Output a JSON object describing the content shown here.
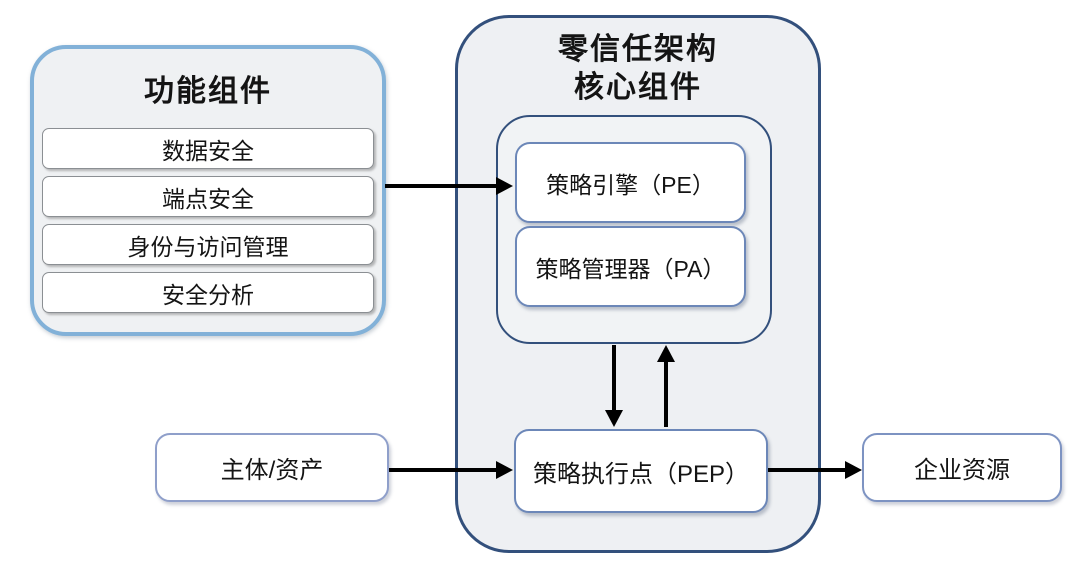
{
  "functional_panel": {
    "title": "功能组件",
    "items": [
      "数据安全",
      "端点安全",
      "身份与访问管理",
      "安全分析"
    ]
  },
  "core_panel": {
    "title_line1": "零信任架构",
    "title_line2": "核心组件",
    "policy_engine_label": "策略引擎（PE）",
    "policy_administrator_label": "策略管理器（PA）",
    "policy_enforcement_point_label": "策略执行点（PEP）"
  },
  "subject_asset_label": "主体/资产",
  "enterprise_resource_label": "企业资源",
  "colors": {
    "functional_panel_border": "#82b1d8",
    "panel_fill": "#eef0f3",
    "core_panel_border": "#33507c",
    "node_border": "#6c87b8",
    "side_node_border": "#8f9fca",
    "arrow": "#000000",
    "node_fill": "#ffffff"
  }
}
